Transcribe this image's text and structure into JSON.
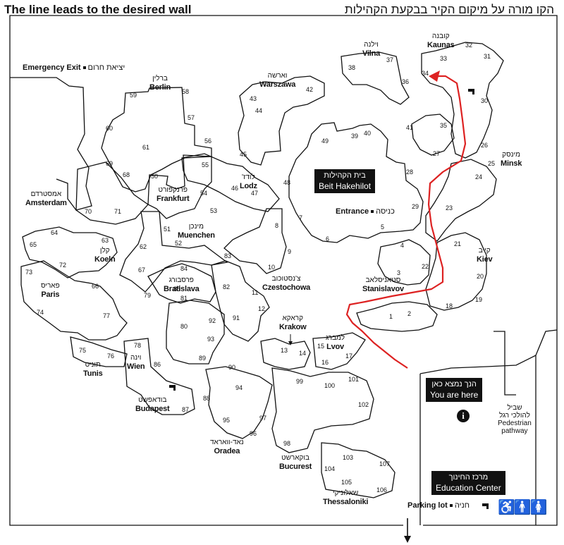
{
  "header": {
    "title_en": "The line leads to the desired wall",
    "title_he": "הקו מורה על מיקום הקיר בבקעת הקהילות"
  },
  "places": {
    "berlin": {
      "he": "ברלין",
      "en": "Berlin"
    },
    "warszawa": {
      "he": "וארשה",
      "en": "Warszawa"
    },
    "vilna": {
      "he": "וילנה",
      "en": "Vilna"
    },
    "kaunas": {
      "he": "קובנה",
      "en": "Kaunas"
    },
    "minsk": {
      "he": "מינסק",
      "en": "Minsk"
    },
    "amsterdam": {
      "he": "אמסטרדם",
      "en": "Amsterdam"
    },
    "frankfurt": {
      "he": "פרנקפורט",
      "en": "Frankfurt"
    },
    "lodz": {
      "he": "לודז'",
      "en": "Lodz"
    },
    "muenchen": {
      "he": "מינכן",
      "en": "Muenchen"
    },
    "koeln": {
      "he": "קלן",
      "en": "Koeln"
    },
    "paris": {
      "he": "פאריס",
      "en": "Paris"
    },
    "bratislava": {
      "he": "פרסבורג",
      "en": "Bratislava"
    },
    "czestochowa": {
      "he": "צ'נסטוכוב",
      "en": "Czestochowa"
    },
    "krakow": {
      "he": "קראקא",
      "en": "Krakow"
    },
    "lvov": {
      "he": "למברג",
      "en": "Lvov"
    },
    "stanislavov": {
      "he": "סטאניסלאב",
      "en": "Stanislavov"
    },
    "kiev": {
      "he": "קייב",
      "en": "Kiev"
    },
    "tunis": {
      "he": "תוניס",
      "en": "Tunis"
    },
    "wien": {
      "he": "וינה",
      "en": "Wien"
    },
    "budapest": {
      "he": "בודאפשט",
      "en": "Budapest"
    },
    "oradea": {
      "he": "נאד-וואראד",
      "en": "Oradea"
    },
    "bucurest": {
      "he": "בוקארשט",
      "en": "Bucurest"
    },
    "thessaloniki": {
      "he": "שאלוניקי",
      "en": "Thessaloniki"
    }
  },
  "labels": {
    "emergency_en": "Emergency Exit",
    "emergency_he": "יציאת חרום",
    "entrance_en": "Entrance",
    "entrance_he": "כניסה",
    "parking_en": "Parking lot",
    "parking_he": "חניה",
    "beit_he": "בית הקהילות",
    "beit_en": "Beit Hakehilot",
    "you_he": "הנך נמצא כאן",
    "you_en": "You are here",
    "edu_he": "מרכז החינוך",
    "edu_en": "Education Center",
    "ped_he1": "שביל",
    "ped_he2": "להולכי רגל",
    "ped_en1": "Pedestrian",
    "ped_en2": "pathway",
    "info": "i"
  },
  "wall_numbers": [
    "1",
    "2",
    "3",
    "4",
    "5",
    "6",
    "7",
    "8",
    "9",
    "10",
    "11",
    "12",
    "13",
    "14",
    "15",
    "16",
    "17",
    "18",
    "19",
    "20",
    "21",
    "22",
    "23",
    "24",
    "25",
    "26",
    "27",
    "28",
    "29",
    "30",
    "31",
    "32",
    "33",
    "34",
    "35",
    "36",
    "37",
    "38",
    "39",
    "40",
    "41",
    "42",
    "43",
    "44",
    "45",
    "46",
    "47",
    "48",
    "49",
    "50",
    "51",
    "52",
    "53",
    "54",
    "55",
    "56",
    "57",
    "58",
    "59",
    "60",
    "61",
    "62",
    "63",
    "64",
    "65",
    "66",
    "67",
    "68",
    "69",
    "70",
    "71",
    "72",
    "73",
    "74",
    "75",
    "76",
    "77",
    "78",
    "79",
    "80",
    "81",
    "82",
    "83",
    "84",
    "85",
    "86",
    "87",
    "88",
    "89",
    "90",
    "91",
    "92",
    "93",
    "94",
    "95",
    "96",
    "97",
    "98",
    "99",
    "100",
    "101",
    "102",
    "103",
    "104",
    "105",
    "106",
    "107"
  ],
  "route": {
    "target_wall": "34",
    "color": "#dd2222"
  },
  "colors": {
    "ink": "#111111",
    "route": "#dd2222",
    "background": "#ffffff"
  }
}
